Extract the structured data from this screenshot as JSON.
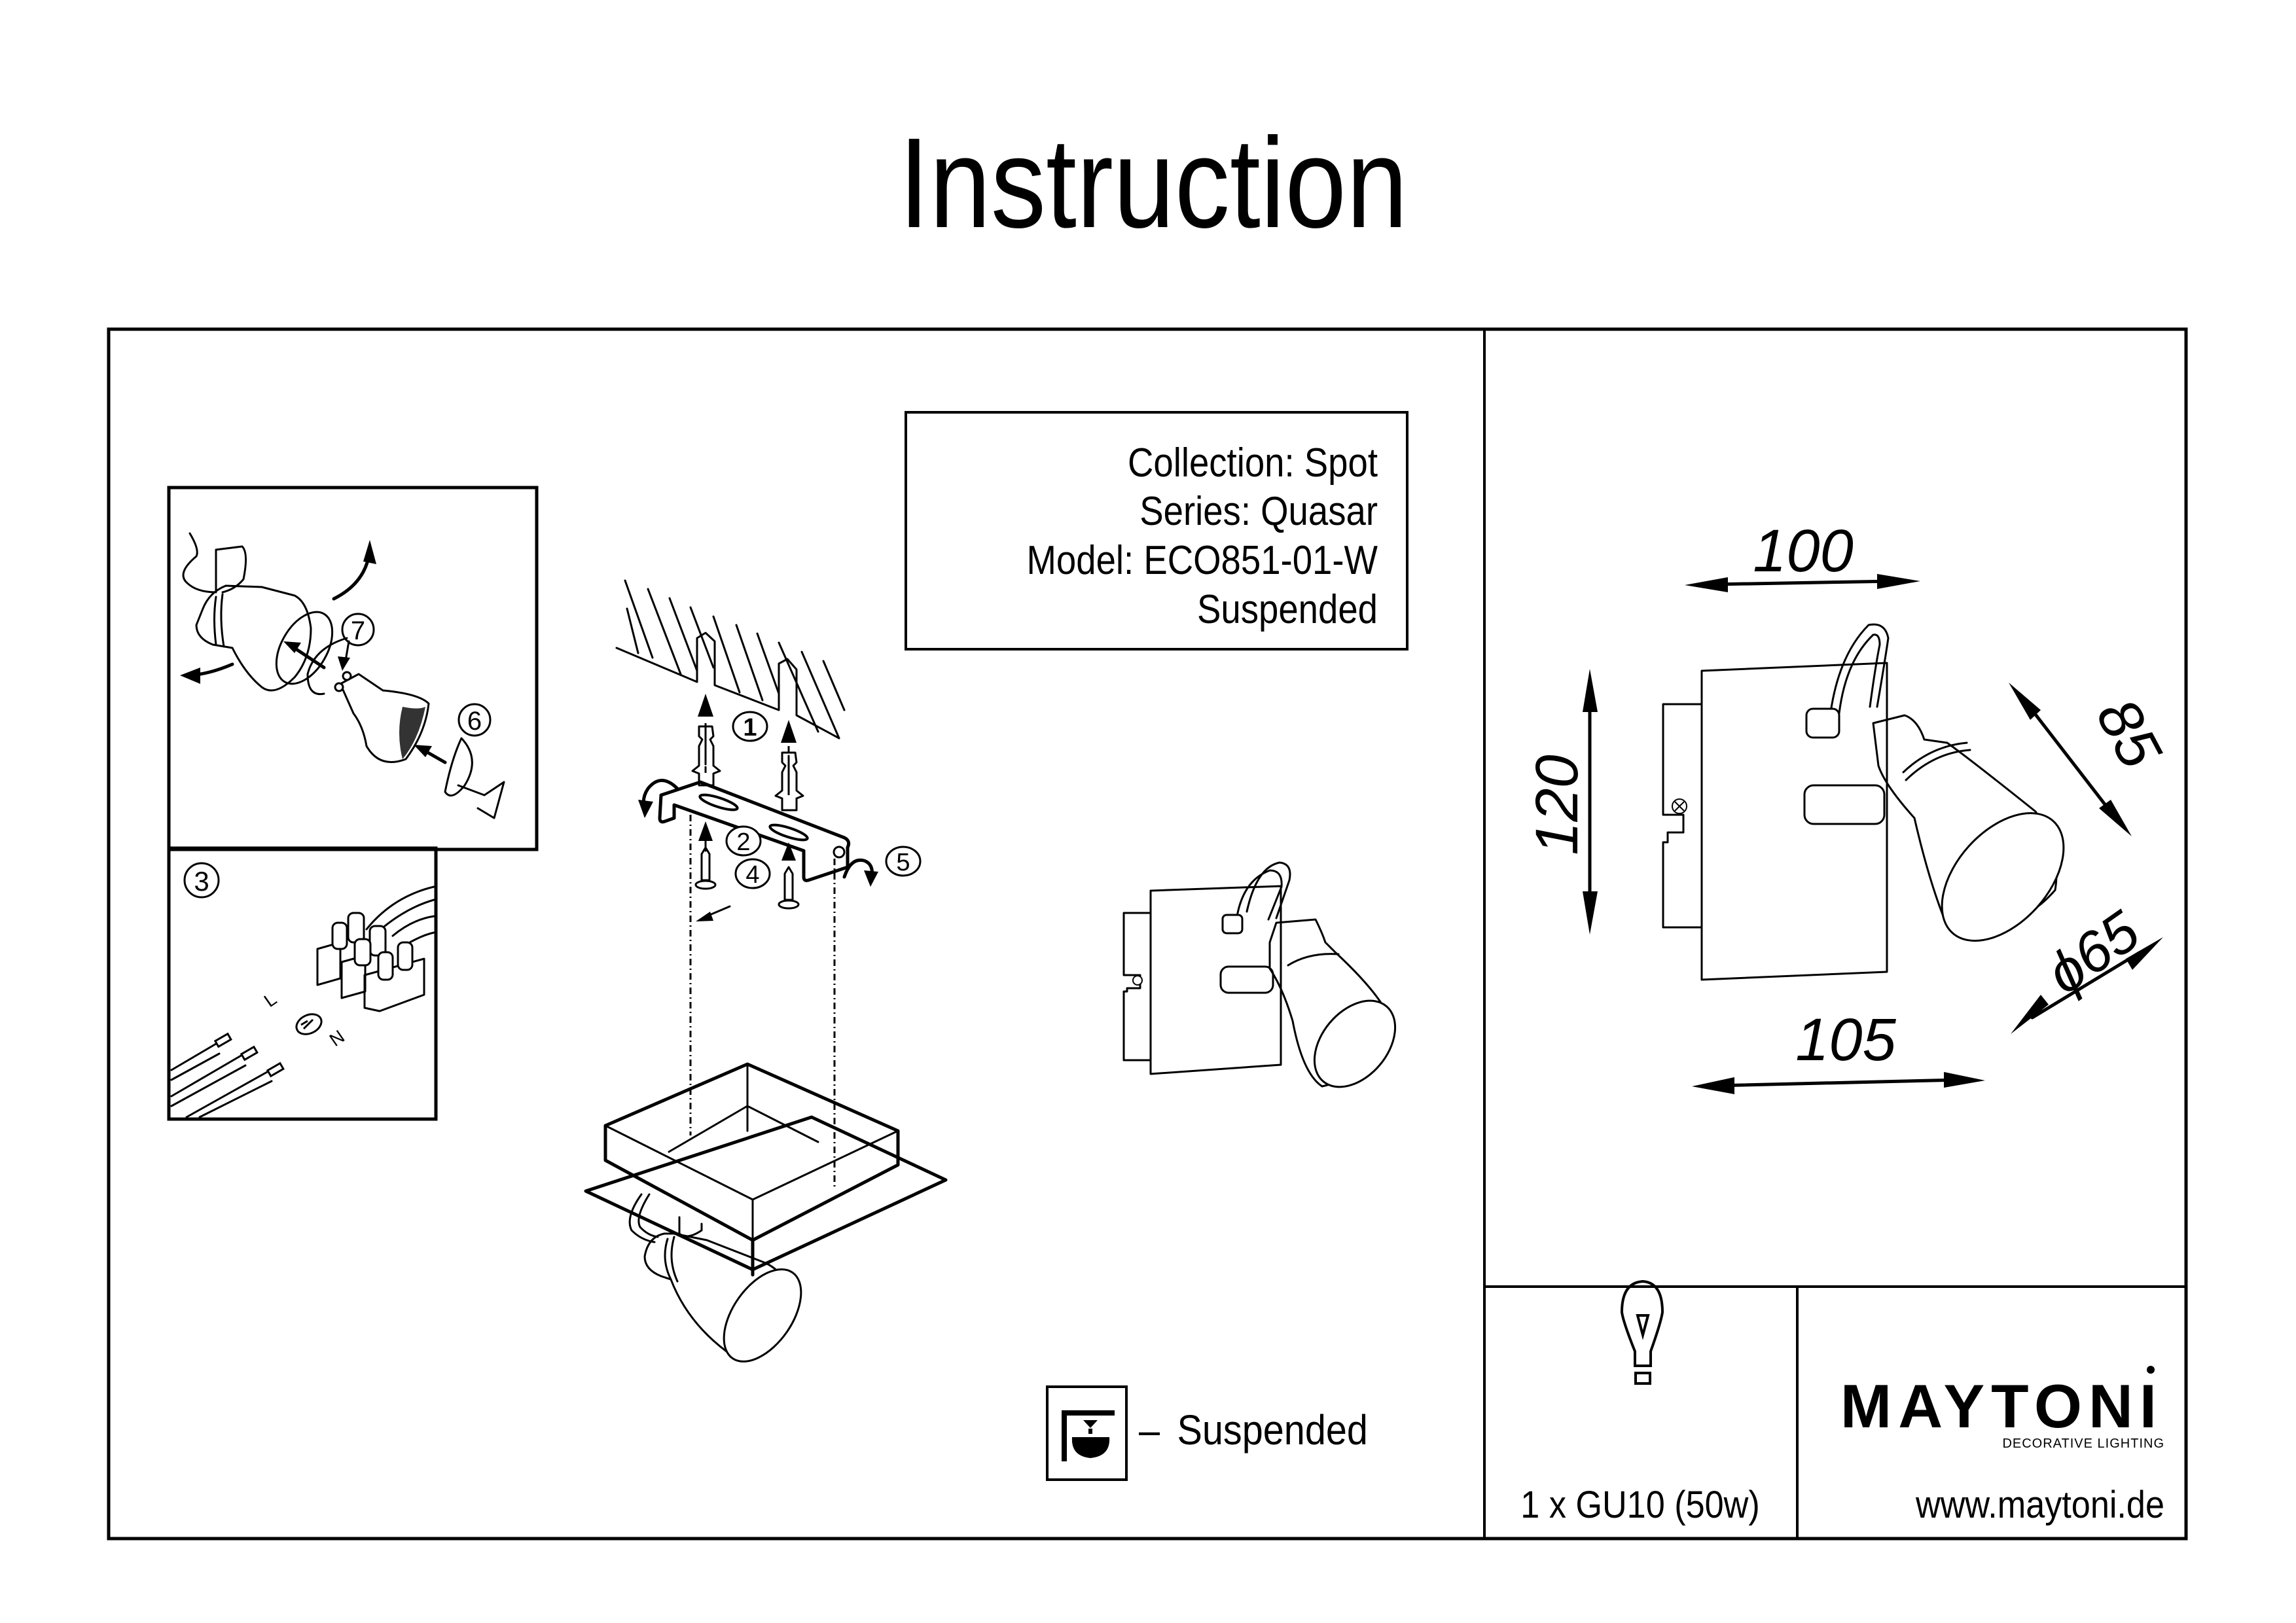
{
  "document": {
    "title": "Instruction"
  },
  "spec_box": {
    "collection": "Collection: Spot",
    "series": "Series: Quasar",
    "model": "Model: ECO851-01-W",
    "mounting": "Suspended"
  },
  "steps": {
    "step1": "1",
    "step2": "2",
    "step3": "3",
    "step4": "4",
    "step5": "5",
    "step6": "6",
    "step7": "7"
  },
  "wiring": {
    "live": "L",
    "neutral": "N",
    "earth_symbol": "earth-ground"
  },
  "legend": {
    "dash": "–",
    "label": "Suspended",
    "icon": "suspended-ceiling-icon"
  },
  "dimensions": {
    "width_top": "100",
    "height": "120",
    "depth": "85",
    "diameter": "ϕ65",
    "width_bottom": "105",
    "unit_note": ""
  },
  "lamp": {
    "icon": "light-bulb-icon",
    "spec": "1 x GU10 (50w)"
  },
  "brand": {
    "name": "MAYTONI",
    "tagline": "DECORATIVE LIGHTING",
    "website": "www.maytoni.de"
  },
  "colors": {
    "ink": "#000000",
    "paper": "#ffffff"
  }
}
